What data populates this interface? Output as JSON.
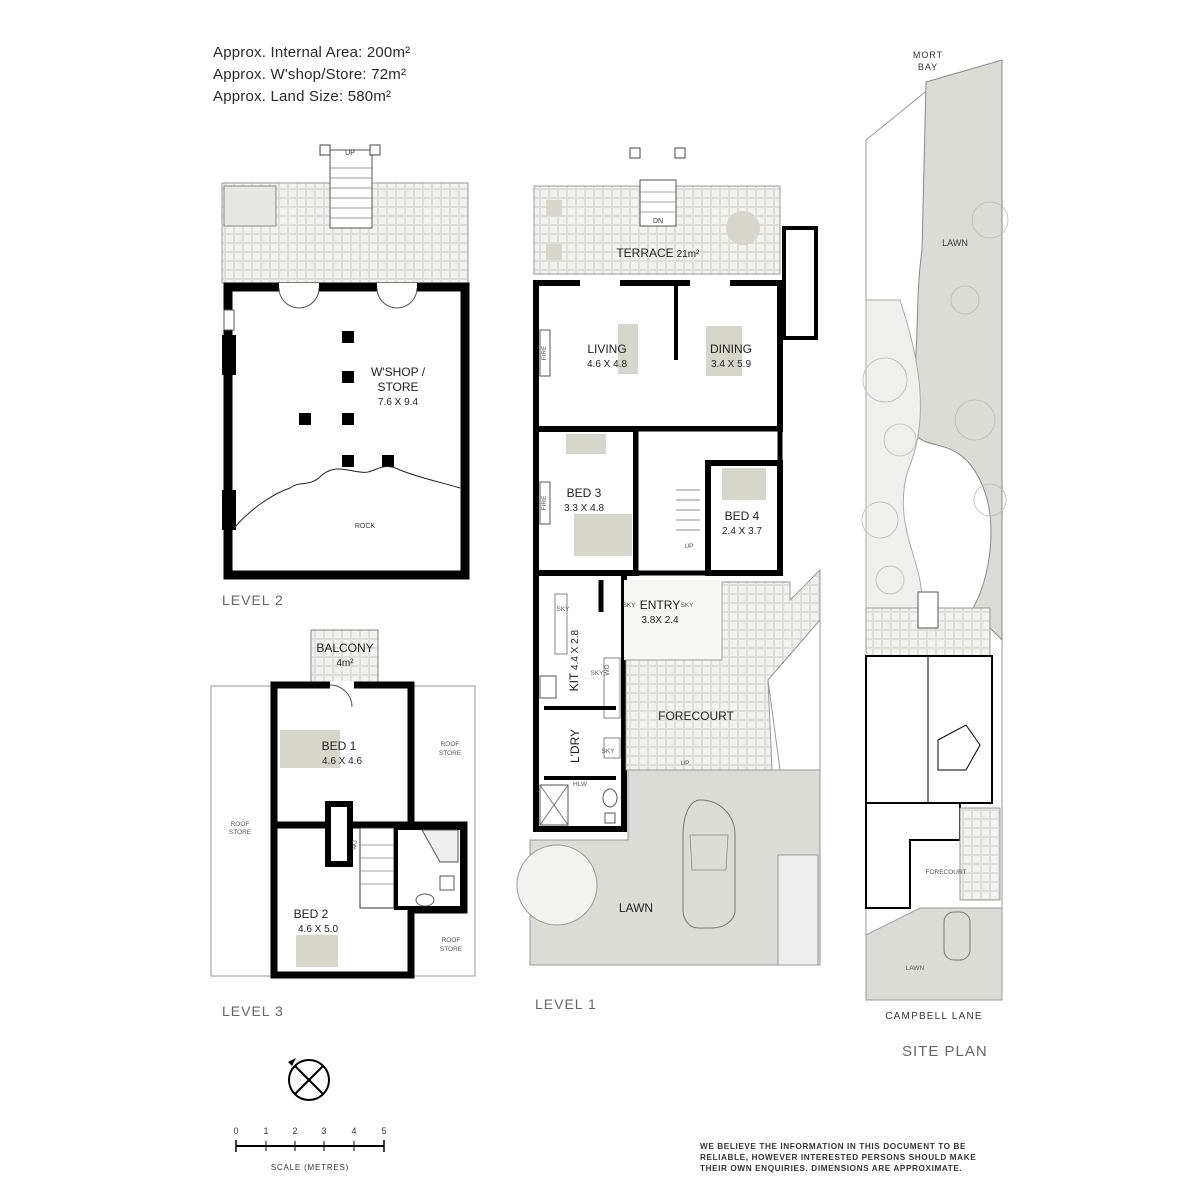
{
  "header": {
    "internal_area": "Approx. Internal Area: 200m²",
    "workshop_area": "Approx. W'shop/Store: 72m²",
    "land_size": "Approx. Land Size: 580m²"
  },
  "levels": {
    "level2": {
      "label": "LEVEL 2",
      "up": "UP",
      "room_name_1": "W'SHOP /",
      "room_name_2": "STORE",
      "room_dims": "7.6 X 9.4",
      "rock": "ROCK"
    },
    "level3": {
      "label": "LEVEL 3",
      "balcony": "BALCONY",
      "balcony_area": "4m²",
      "bed1": "BED 1",
      "bed1_dims": "4.6 X 4.6",
      "bed2": "BED 2",
      "bed2_dims": "4.6 X 5.0",
      "roof_store": "ROOF",
      "roof_store2": "STORE",
      "dn": "DN"
    },
    "level1": {
      "label": "LEVEL 1",
      "dn": "DN",
      "terrace": "TERRACE",
      "terrace_area": "21m²",
      "living": "LIVING",
      "living_dims": "4.6 X 4.8",
      "dining": "DINING",
      "dining_dims": "3.4 X 5.9",
      "fire": "FIRE",
      "bed3": "BED 3",
      "bed3_dims": "3.3 X 4.8",
      "bed4": "BED 4",
      "bed4_dims": "2.4 X 3.7",
      "up": "UP",
      "entry": "ENTRY",
      "entry_dims": "3.8X 2.4",
      "sky": "SKY",
      "kit": "KIT",
      "kit_dims": "4.4 X 2.8",
      "wo": "WO",
      "ldry": "L'DRY",
      "hlw": "HLW",
      "forecourt": "FORECOURT",
      "lawn": "LAWN"
    },
    "site": {
      "label": "SITE PLAN",
      "mort": "MORT",
      "bay": "BAY",
      "lawn": "LAWN",
      "forecourt": "FORECOURT",
      "lawn_small": "LAWN",
      "lane": "CAMPBELL LANE"
    }
  },
  "scale": {
    "ticks": [
      "0",
      "1",
      "2",
      "3",
      "4",
      "5"
    ],
    "caption": "SCALE (METRES)"
  },
  "disclaimer": "WE BELIEVE THE INFORMATION IN THIS DOCUMENT TO BE RELIABLE, HOWEVER INTERESTED PERSONS SHOULD MAKE THEIR OWN ENQUIRIES. DIMENSIONS ARE APPROXIMATE.",
  "colors": {
    "wall": "#000000",
    "paving": "#e9e9e5",
    "lawn": "#dcdcd6",
    "furniture": "#d6d6cc"
  }
}
